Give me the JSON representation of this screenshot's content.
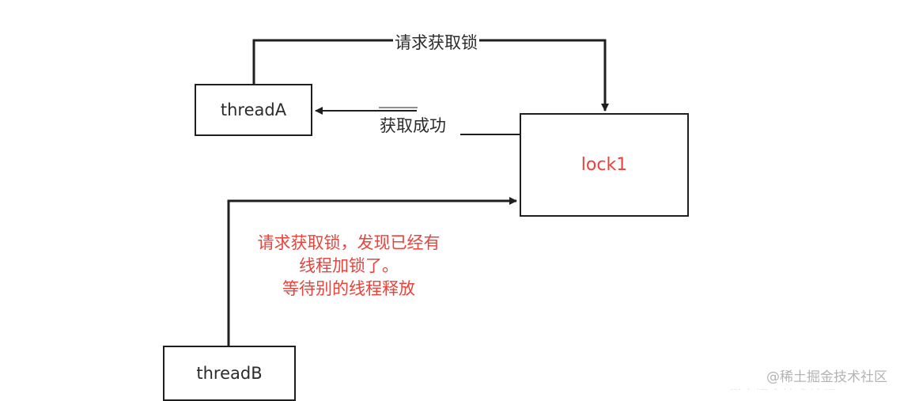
{
  "nodes": {
    "threadA": "threadA",
    "lock1": "lock1",
    "threadB": "threadB"
  },
  "edges": {
    "request_a": "请求获取锁",
    "success": "获取成功"
  },
  "note": {
    "lines": [
      "请求获取锁，发现已经有",
      "线程加锁了。",
      "等待别的线程释放"
    ]
  },
  "watermark": {
    "text": "@稀土掘金技术社区",
    "faint_text": "稀土掘金技术社区"
  },
  "colors": {
    "line": "#1f1f1f",
    "text": "#2b2b2b",
    "highlight_red": "#e8443c",
    "watermark": "#b4b4b4"
  }
}
